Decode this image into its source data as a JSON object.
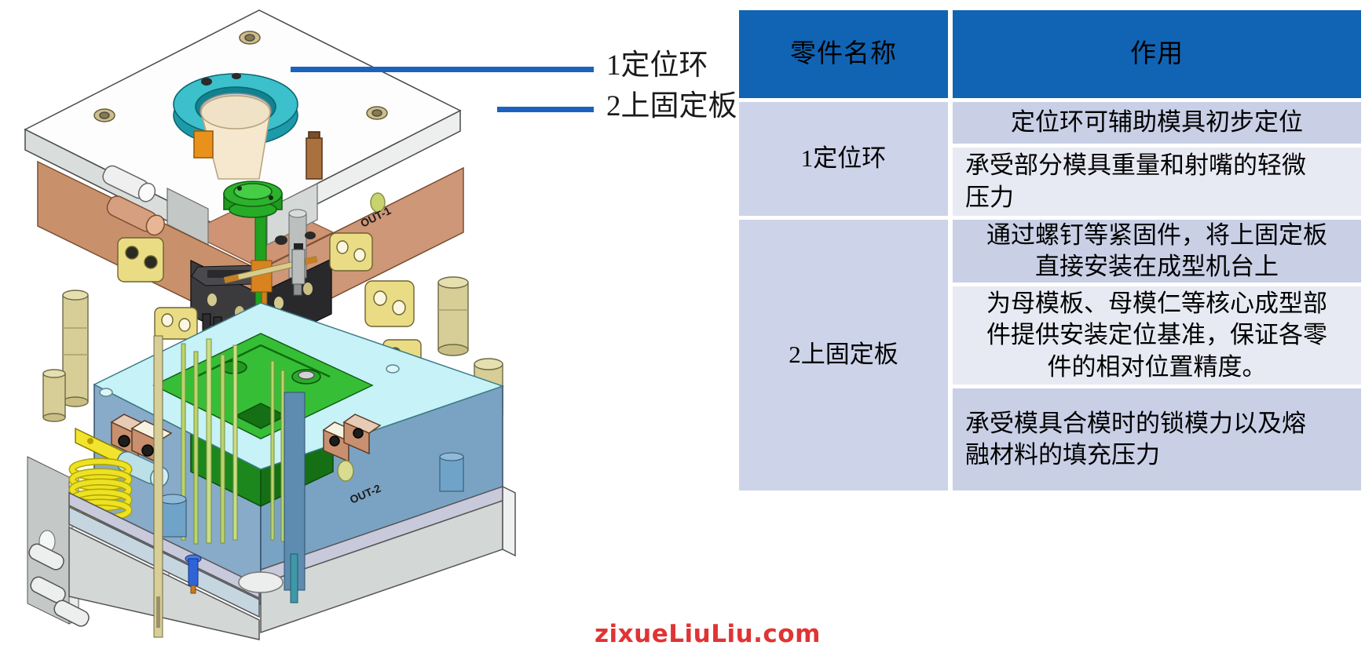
{
  "diagram": {
    "callouts": [
      {
        "label": "1定位环"
      },
      {
        "label": "2上固定板"
      }
    ],
    "model_marks": {
      "out1": "OUT-1",
      "out2": "OUT-2"
    }
  },
  "table": {
    "header": {
      "name": "零件名称",
      "function": "作用"
    },
    "rows": [
      {
        "name": "1定位环",
        "functions": [
          "定位环可辅助模具初步定位",
          "承受部分模具重量和射嘴的轻微\n压力"
        ]
      },
      {
        "name": "2上固定板",
        "functions": [
          "通过螺钉等紧固件，将上固定板\n直接安装在成型机台上",
          "为母模板、母模仁等核心成型部\n件提供安装定位基准，保证各零\n件的相对位置精度。",
          "承受模具合模时的锁模力以及熔\n融材料的填充压力"
        ]
      }
    ]
  },
  "watermark": "zixueLiuLiu.com",
  "colors": {
    "header_blue": "#1164B4",
    "row_dark": "#C9D0E6",
    "row_light": "#E8EAF3",
    "name_cell": "#CDD3E8",
    "leader_blue": "#1B62BE",
    "watermark_red": "#E03434",
    "locating_ring_teal": "#3BC0CC"
  }
}
